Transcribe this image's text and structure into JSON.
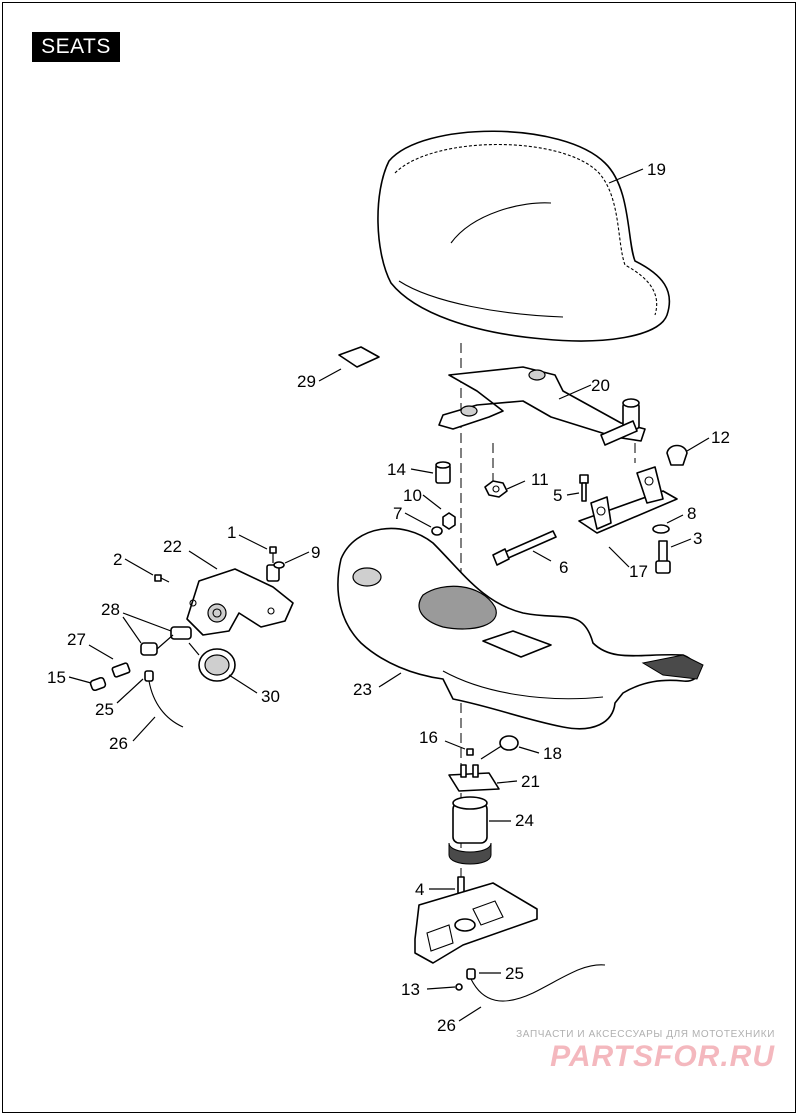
{
  "title": "SEATS",
  "watermark": {
    "caption": "ЗАПЧАСТИ И АКСЕССУАРЫ ДЛЯ МОТОТЕХНИКИ",
    "logo": "PARTSFOR.RU"
  },
  "callouts": [
    "1",
    "2",
    "3",
    "4",
    "5",
    "6",
    "7",
    "8",
    "9",
    "10",
    "11",
    "12",
    "13",
    "14",
    "15",
    "16",
    "17",
    "18",
    "19",
    "20",
    "21",
    "22",
    "23",
    "24",
    "25",
    "25",
    "26",
    "26",
    "27",
    "28",
    "29",
    "30"
  ]
}
